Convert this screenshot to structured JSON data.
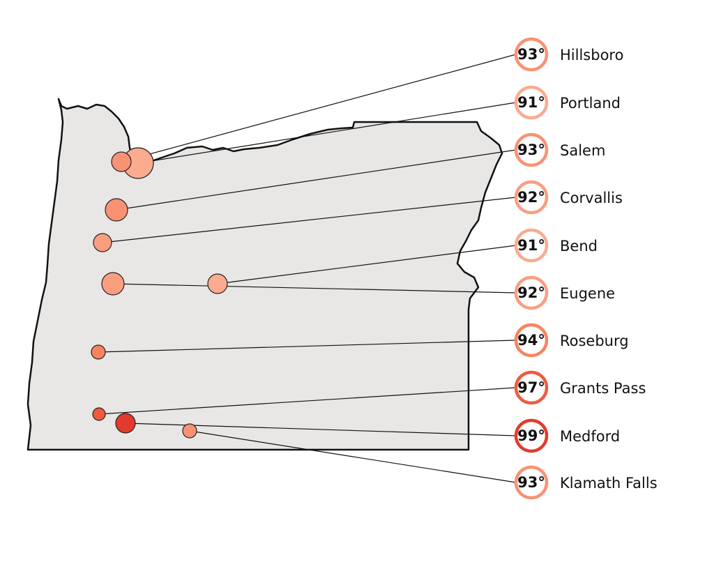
{
  "map": {
    "region_fill": "#e8e7e6",
    "outline_color": "#111111",
    "cities": [
      {
        "name": "Hillsboro",
        "temp": "93°",
        "color": "#f99272"
      },
      {
        "name": "Portland",
        "temp": "91°",
        "color": "#fbab8f"
      },
      {
        "name": "Salem",
        "temp": "93°",
        "color": "#f99272"
      },
      {
        "name": "Corvallis",
        "temp": "92°",
        "color": "#fa9e80"
      },
      {
        "name": "Bend",
        "temp": "91°",
        "color": "#fbab8f"
      },
      {
        "name": "Eugene",
        "temp": "92°",
        "color": "#fa9e80"
      },
      {
        "name": "Roseburg",
        "temp": "94°",
        "color": "#f7845f"
      },
      {
        "name": "Grants Pass",
        "temp": "97°",
        "color": "#f05a3e"
      },
      {
        "name": "Medford",
        "temp": "99°",
        "color": "#e43a2c"
      },
      {
        "name": "Klamath Falls",
        "temp": "93°",
        "color": "#f99272"
      }
    ]
  }
}
